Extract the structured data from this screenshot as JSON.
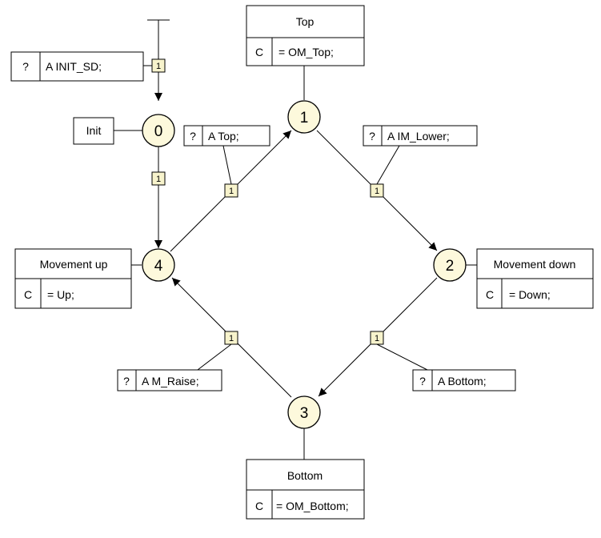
{
  "steps": [
    {
      "id": "0",
      "name": "Init"
    },
    {
      "id": "1",
      "name": "Top",
      "action_qualifier": "C",
      "action": "= OM_Top;"
    },
    {
      "id": "2",
      "name": "Movement down",
      "action_qualifier": "C",
      "action": "= Down;"
    },
    {
      "id": "3",
      "name": "Bottom",
      "action_qualifier": "C",
      "action": "= OM_Bottom;"
    },
    {
      "id": "4",
      "name": "Movement up",
      "action_qualifier": "C",
      "action": "= Up;"
    }
  ],
  "transitions": [
    {
      "label": "1",
      "condition_qualifier": "?",
      "condition": "A INIT_SD;"
    },
    {
      "label": "1"
    },
    {
      "label": "1",
      "condition_qualifier": "?",
      "condition": "A Top;"
    },
    {
      "label": "1",
      "condition_qualifier": "?",
      "condition": "A IM_Lower;"
    },
    {
      "label": "1",
      "condition_qualifier": "?",
      "condition": "A Bottom;"
    },
    {
      "label": "1",
      "condition_qualifier": "?",
      "condition": "A M_Raise;"
    }
  ]
}
